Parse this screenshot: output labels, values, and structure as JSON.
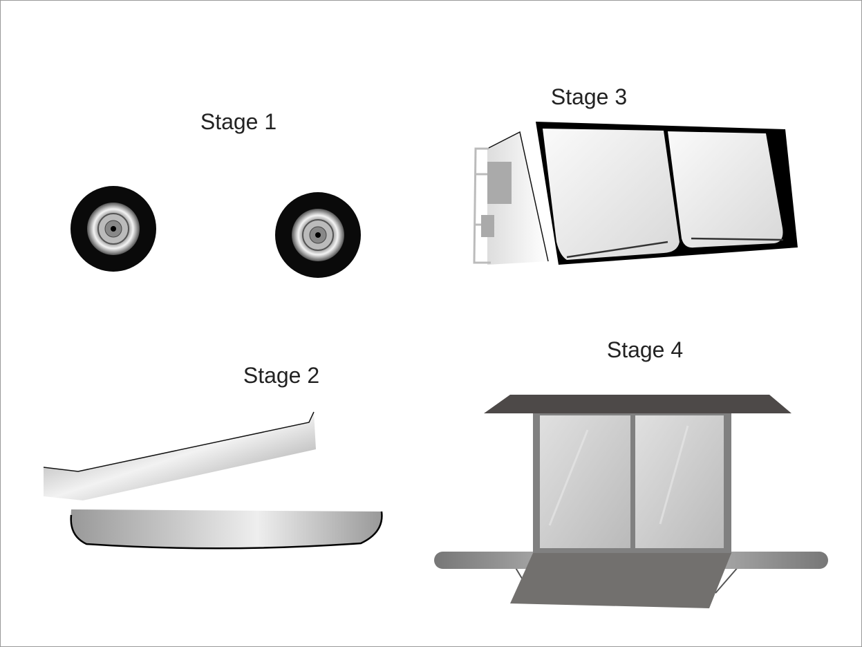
{
  "labels": {
    "stage1": "Stage 1",
    "stage2": "Stage 2",
    "stage3": "Stage 3",
    "stage4": "Stage 4"
  },
  "colors": {
    "tire": "#0a0a0a",
    "roof": "#4d4948",
    "frame": "#808080",
    "ramp": "#72706e",
    "outline": "#000000"
  }
}
